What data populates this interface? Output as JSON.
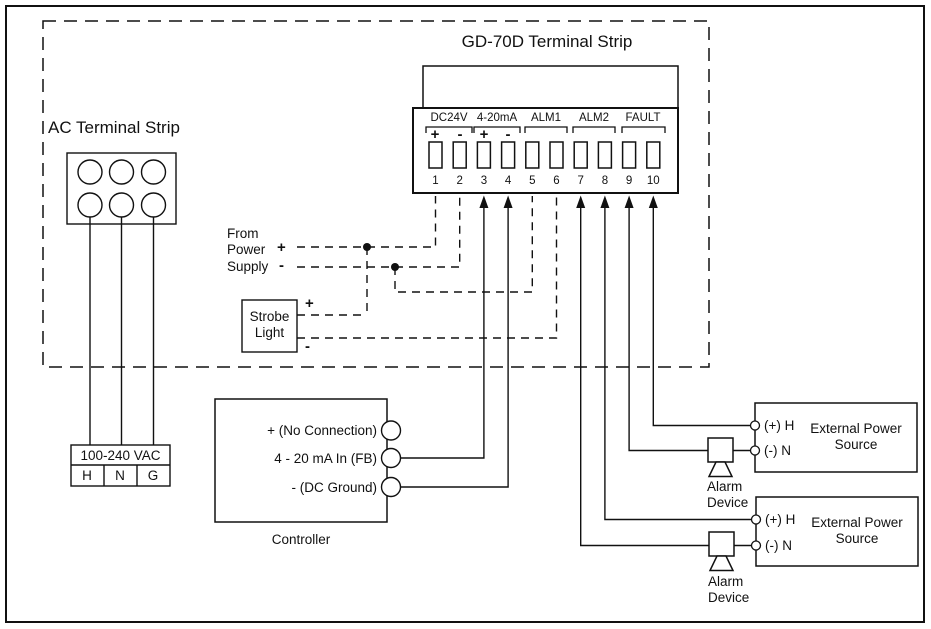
{
  "diagram": {
    "gd70d_title": "GD-70D Terminal Strip",
    "ac_title": "AC Terminal Strip",
    "terminal_groups": [
      {
        "label": "DC24V",
        "plus": "+",
        "minus": "-"
      },
      {
        "label": "4-20mA",
        "plus": "+",
        "minus": "-"
      },
      {
        "label": "ALM1"
      },
      {
        "label": "ALM2"
      },
      {
        "label": "FAULT"
      }
    ],
    "terminal_numbers": [
      "1",
      "2",
      "3",
      "4",
      "5",
      "6",
      "7",
      "8",
      "9",
      "10"
    ],
    "power_supply": {
      "line1": "From",
      "line2": "Power",
      "line3": "Supply",
      "plus": "+",
      "minus": "-"
    },
    "strobe": {
      "label": "Strobe Light",
      "plus": "+",
      "minus": "-"
    },
    "vac": {
      "title": "100-240 VAC",
      "cell_h": "H",
      "cell_n": "N",
      "cell_g": "G"
    },
    "controller": {
      "label": "Controller",
      "ports": [
        "+ (No Connection)",
        "4 - 20 mA In (FB)",
        "- (DC Ground)"
      ]
    },
    "power_sources": [
      {
        "pos": "(+) H",
        "neg": "(-) N",
        "label": "External Power Source"
      },
      {
        "pos": "(+) H",
        "neg": "(-) N",
        "label": "External Power Source"
      }
    ],
    "alarm_devices": [
      {
        "label": "Alarm Device"
      },
      {
        "label": "Alarm Device"
      }
    ],
    "colors": {
      "line": "#111111",
      "background": "#ffffff"
    }
  }
}
